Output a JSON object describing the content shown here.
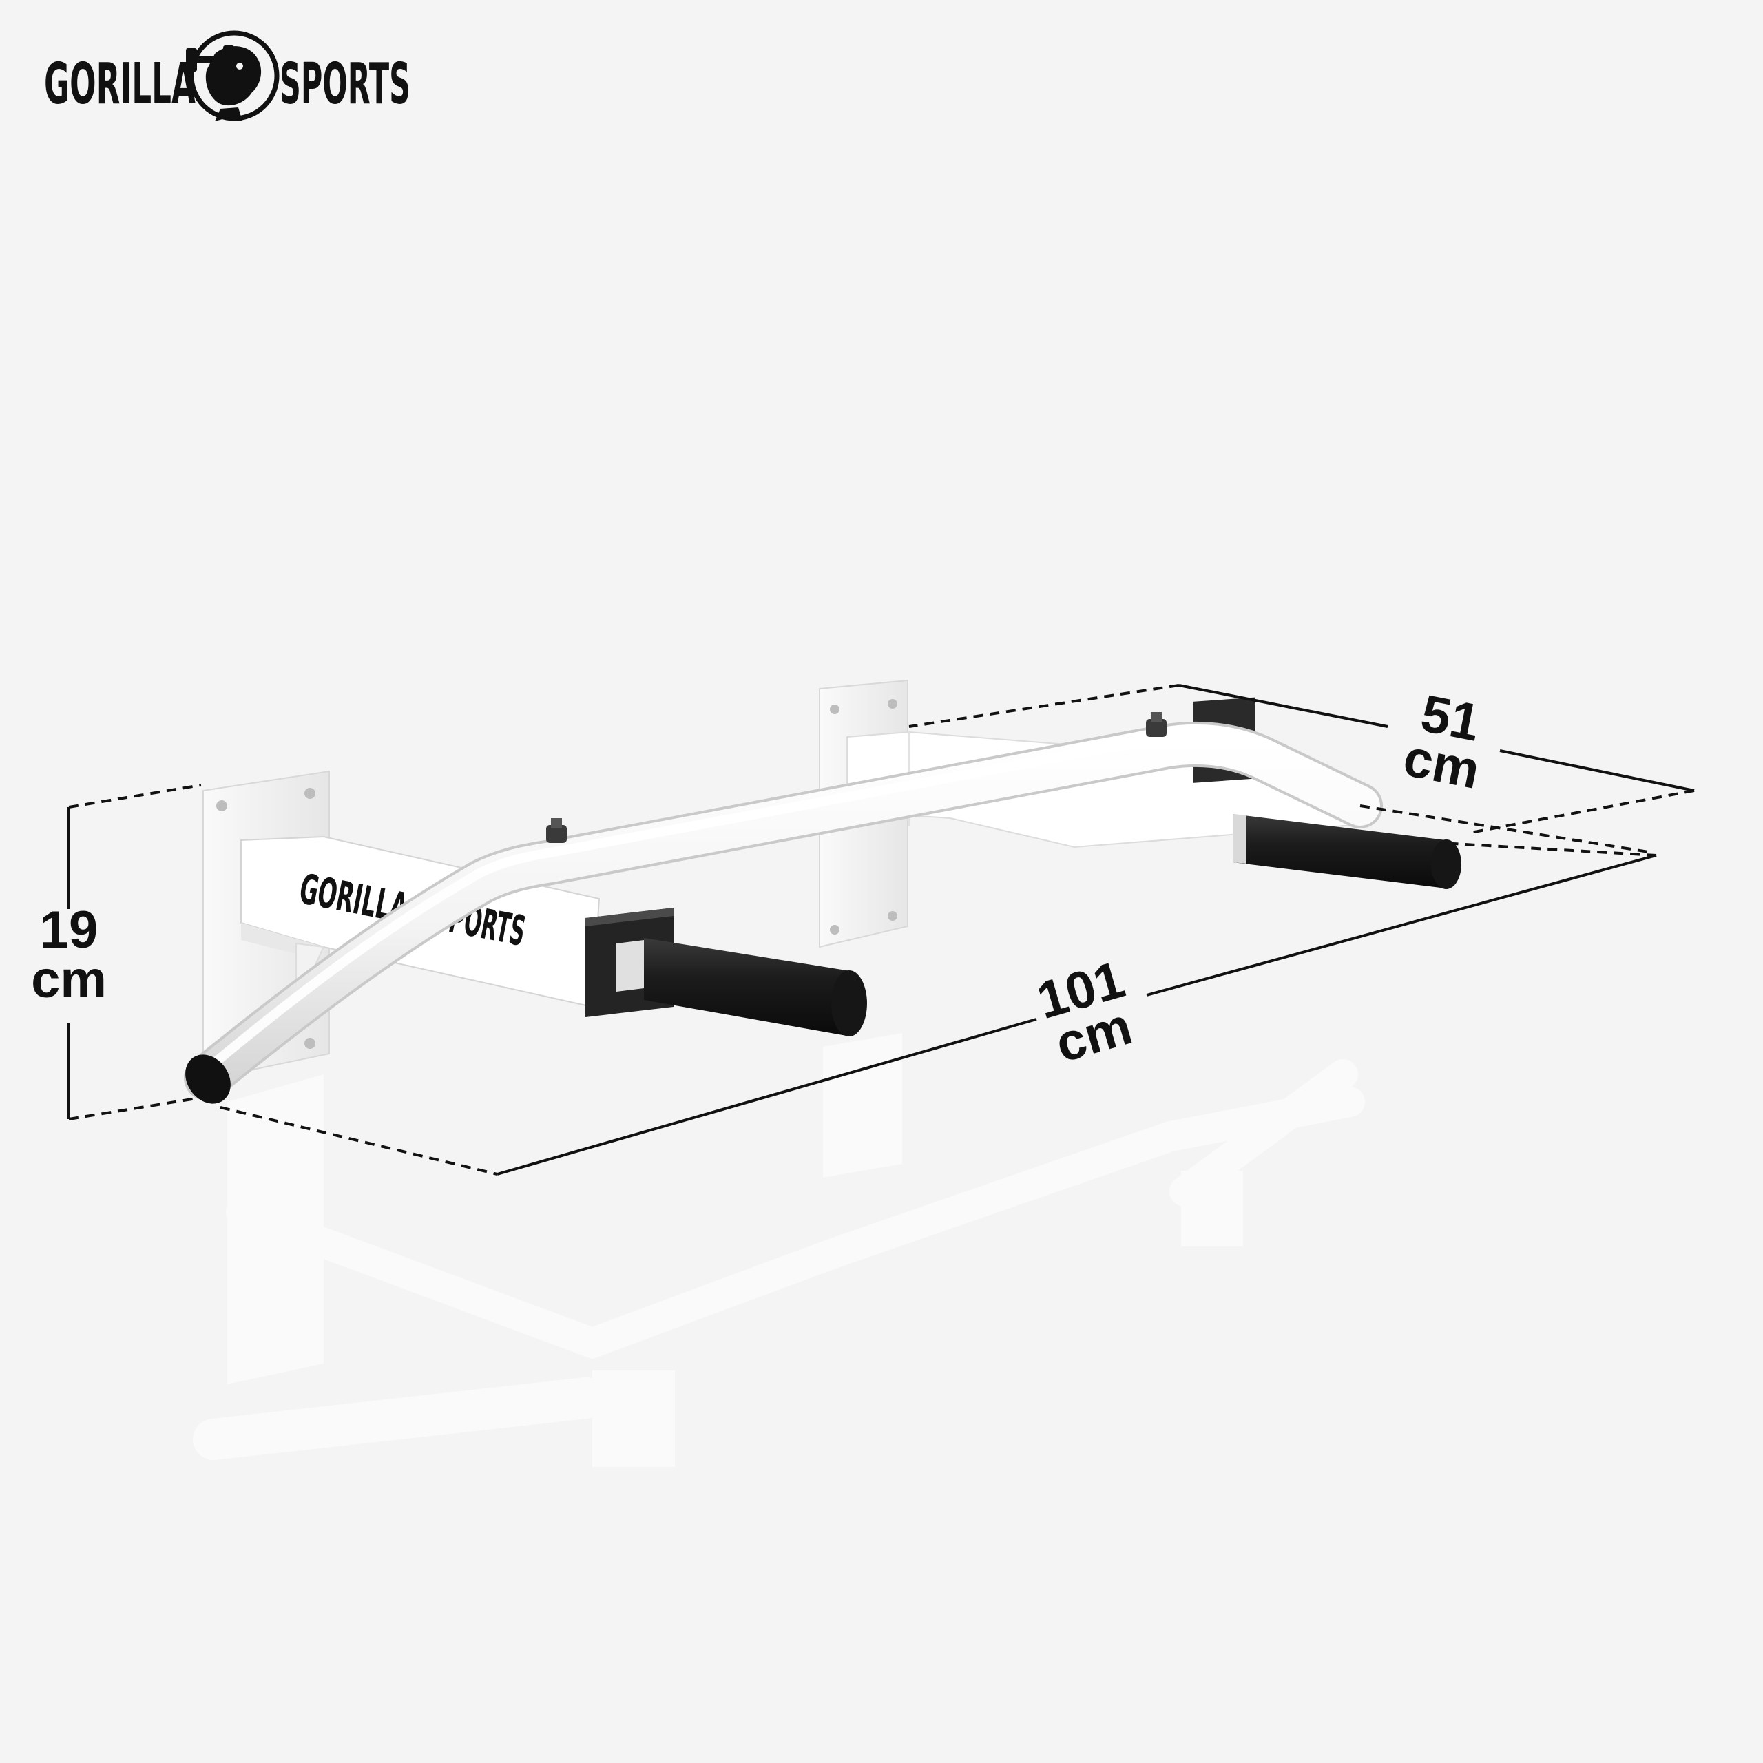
{
  "brand": {
    "left_word": "GORILLA",
    "right_word": "SPORTS",
    "logo_icon": "gorilla-dumbbell-icon",
    "color": "#111111"
  },
  "product": {
    "beam_print_left": "GORILLA",
    "beam_print_right": "SPORTS",
    "frame_color": "#ffffff",
    "grip_color": "#1c1c1c"
  },
  "dimensions": {
    "height": {
      "value": "19",
      "unit": "cm"
    },
    "depth": {
      "value": "51",
      "unit": "cm"
    },
    "width": {
      "value": "101",
      "unit": "cm"
    }
  },
  "colors": {
    "background": "#f4f4f4",
    "dimension_line": "#111111"
  }
}
